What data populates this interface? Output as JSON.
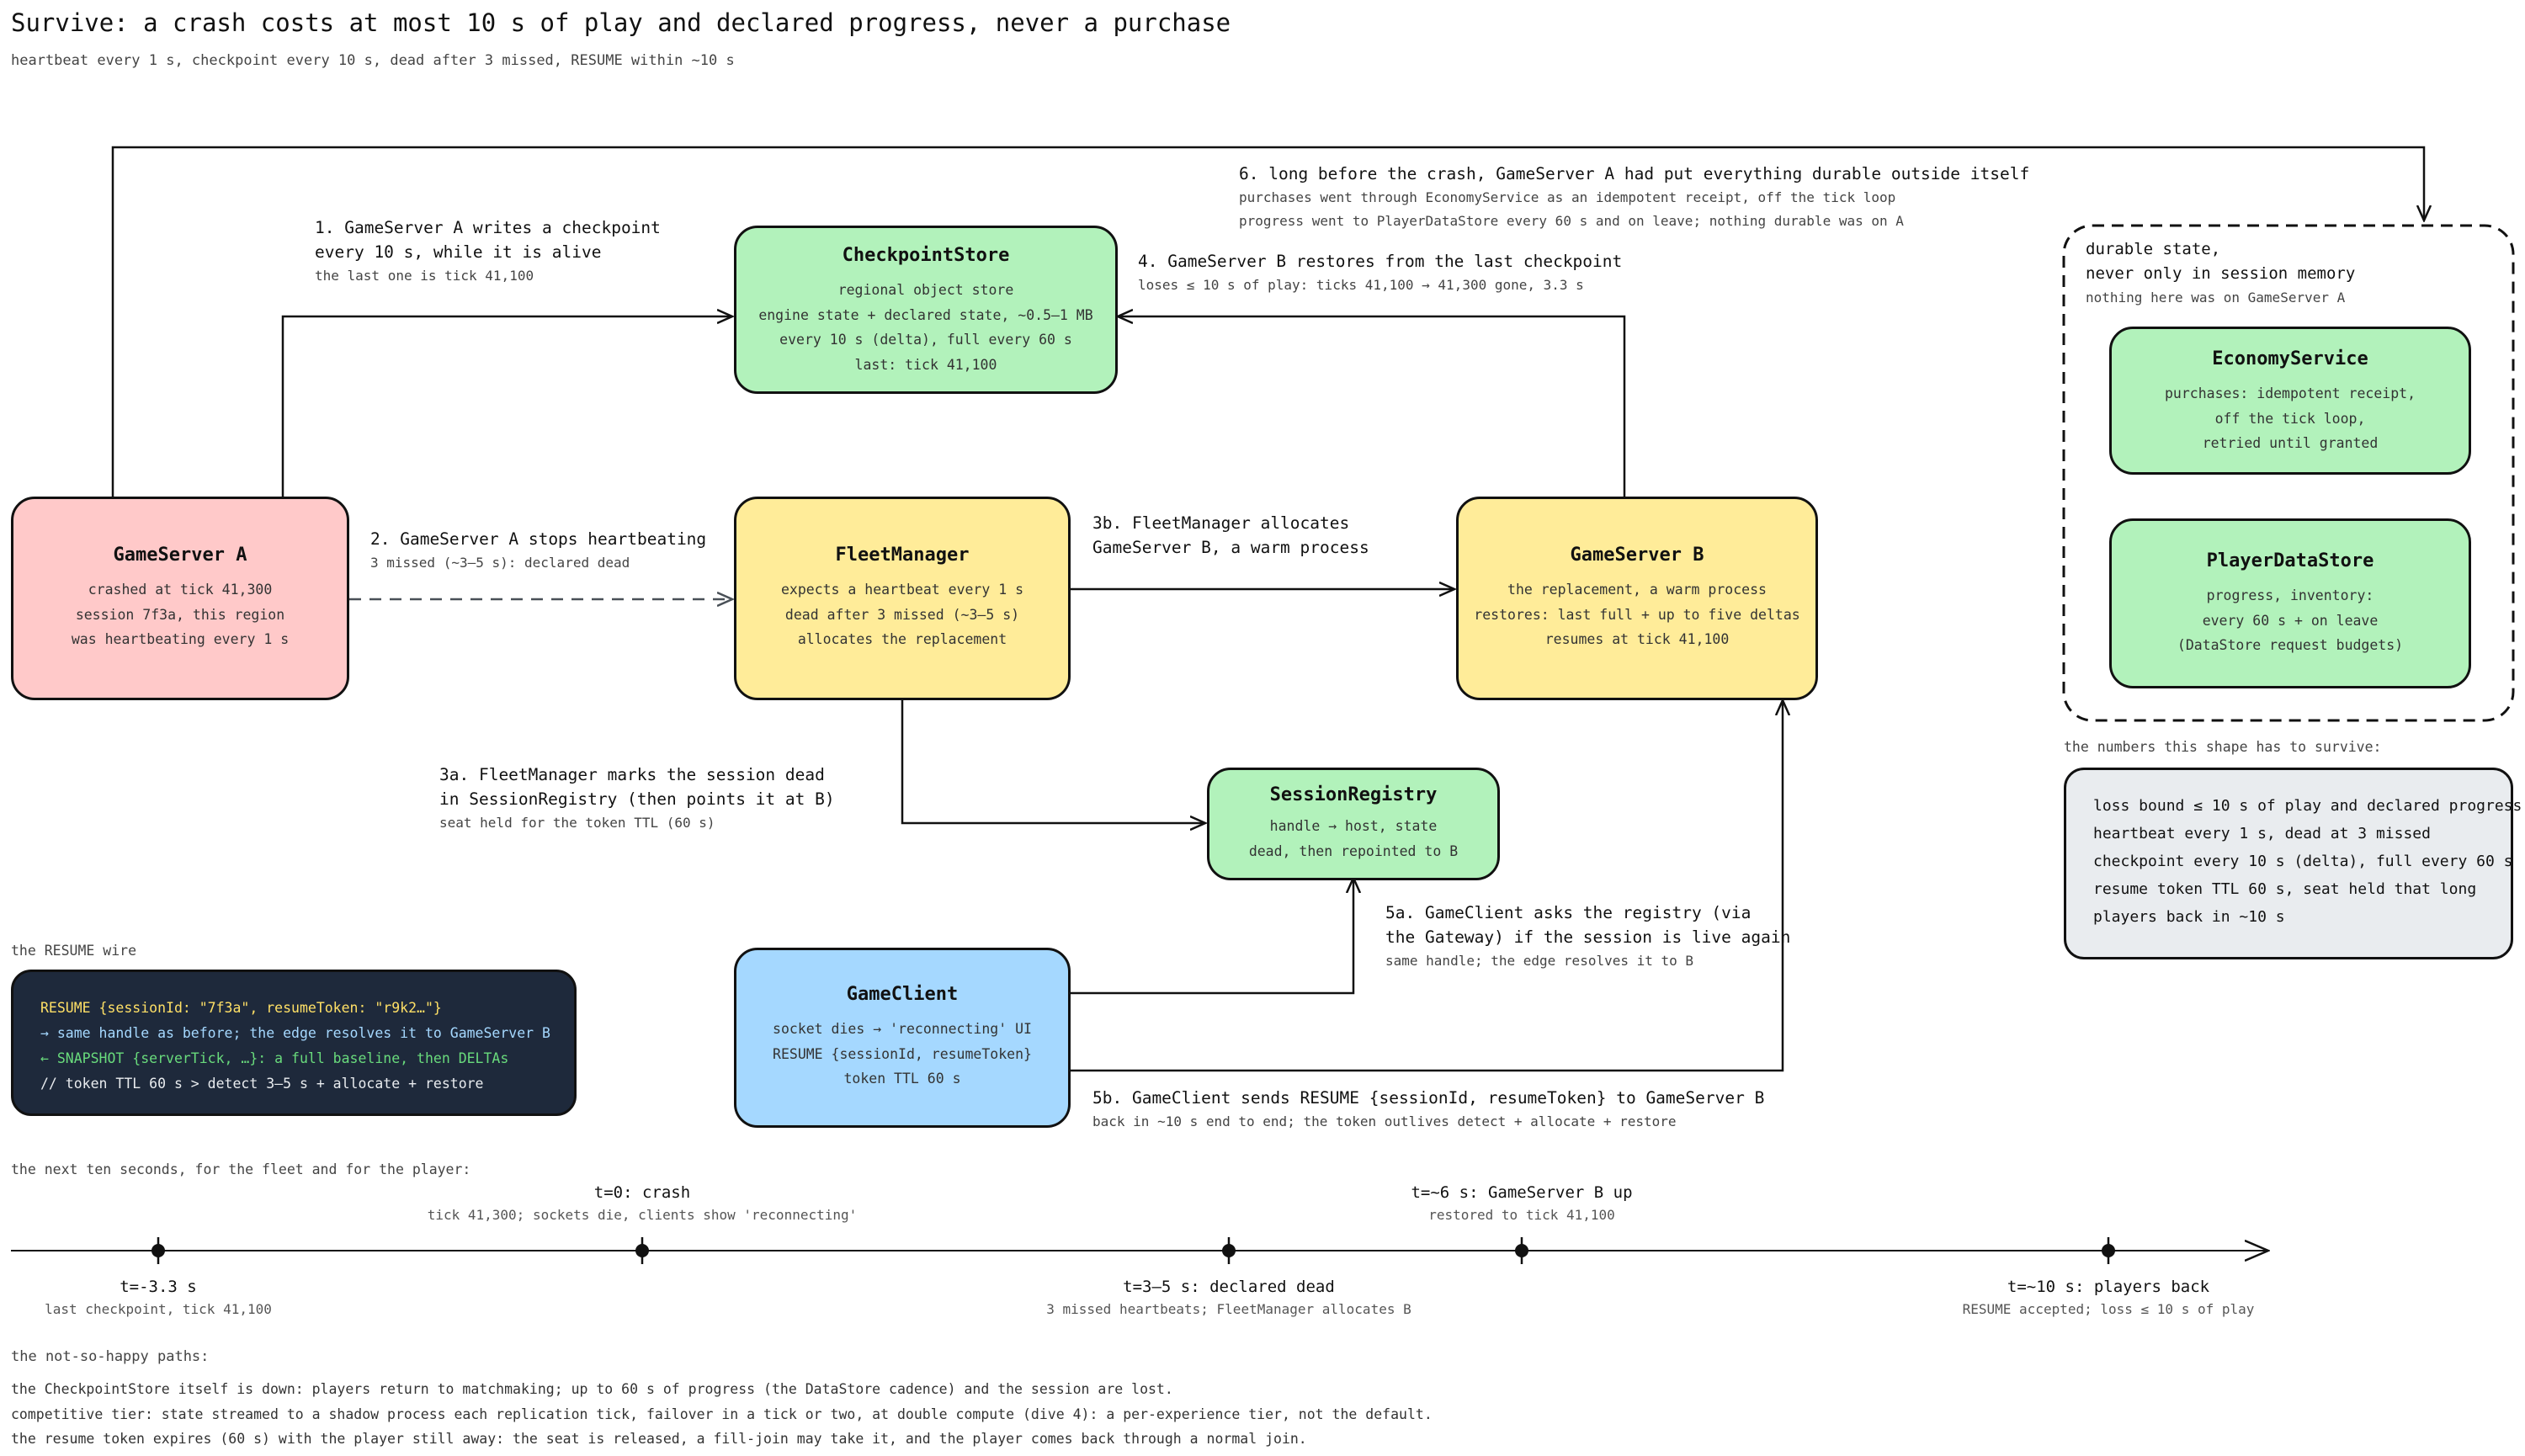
{
  "title": "Survive: a crash costs at most 10 s of play and declared progress, never a purchase",
  "subtitle": "heartbeat every 1 s, checkpoint every 10 s, dead after 3 missed, RESUME within ~10 s",
  "boxes": {
    "checkpoint_store": {
      "title": "CheckpointStore",
      "lines": [
        "regional object store",
        "engine state + declared state, ~0.5–1 MB",
        "every 10 s (delta), full every 60 s",
        "last: tick 41,100"
      ]
    },
    "gameserver_a": {
      "title": "GameServer A",
      "lines": [
        "crashed at tick 41,300",
        "session 7f3a, this region",
        "was heartbeating every 1 s"
      ]
    },
    "fleet_manager": {
      "title": "FleetManager",
      "lines": [
        "expects a heartbeat every 1 s",
        "dead after 3 missed (~3–5 s)",
        "allocates the replacement"
      ]
    },
    "gameserver_b": {
      "title": "GameServer B",
      "lines": [
        "the replacement, a warm process",
        "restores: last full + up to five deltas",
        "resumes at tick 41,100"
      ]
    },
    "session_registry": {
      "title": "SessionRegistry",
      "lines": [
        "handle → host, state",
        "dead, then repointed to B"
      ]
    },
    "game_client": {
      "title": "GameClient",
      "lines": [
        "socket dies → 'reconnecting' UI",
        "RESUME {sessionId, resumeToken}",
        "token TTL 60 s"
      ]
    },
    "economy_service": {
      "title": "EconomyService",
      "lines": [
        "purchases: idempotent receipt,",
        "off the tick loop,",
        "retried until granted"
      ]
    },
    "player_data_store": {
      "title": "PlayerDataStore",
      "lines": [
        "progress, inventory:",
        "every 60 s + on leave",
        "(DataStore request budgets)"
      ]
    }
  },
  "durable_group": {
    "lines": [
      "durable state,",
      "never only in session memory"
    ],
    "note": "nothing here was on GameServer A"
  },
  "edges": {
    "e1": {
      "lines": [
        "1. GameServer A writes a checkpoint",
        "every 10 s, while it is alive"
      ],
      "note": "the last one is tick 41,100"
    },
    "e2": {
      "lines": [
        "2. GameServer A stops heartbeating"
      ],
      "note": "3 missed (~3–5 s): declared dead"
    },
    "e3a": {
      "lines": [
        "3a. FleetManager marks the session dead",
        "in SessionRegistry (then points it at B)"
      ],
      "note": "seat held for the token TTL (60 s)"
    },
    "e3b": {
      "lines": [
        "3b. FleetManager allocates",
        "GameServer B, a warm process"
      ]
    },
    "e4": {
      "lines": [
        "4. GameServer B restores from the last checkpoint"
      ],
      "note": "loses ≤ 10 s of play: ticks 41,100 → 41,300 gone, 3.3 s"
    },
    "e5a": {
      "lines": [
        "5a. GameClient asks the registry (via",
        "the Gateway) if the session is live again"
      ],
      "note": "same handle; the edge resolves it to B"
    },
    "e5b": {
      "lines": [
        "5b. GameClient sends RESUME {sessionId, resumeToken} to GameServer B"
      ],
      "note": "back in ~10 s end to end; the token outlives detect + allocate + restore"
    },
    "e6": {
      "lines": [
        "6. long before the crash, GameServer A had put everything durable outside itself"
      ],
      "notes": [
        "purchases went through EconomyService as an idempotent receipt, off the tick loop",
        "progress went to PlayerDataStore every 60 s and on leave; nothing durable was on A"
      ]
    }
  },
  "numbers": {
    "caption": "the numbers this shape has to survive:",
    "lines": [
      "loss bound ≤ 10 s of play and declared progress",
      "heartbeat every 1 s, dead at 3 missed",
      "checkpoint every 10 s (delta), full every 60 s",
      "resume token TTL 60 s, seat held that long",
      "players back in ~10 s"
    ]
  },
  "resume_wire": {
    "caption": "the RESUME wire",
    "lines": [
      {
        "text": "RESUME {sessionId: \"7f3a\", resumeToken: \"r9k2…\"}",
        "color": "#ffe066"
      },
      {
        "text": "→ same handle as before; the edge resolves it to GameServer B",
        "color": "#a5d8ff"
      },
      {
        "text": "← SNAPSHOT {serverTick, …}: a full baseline, then DELTAs",
        "color": "#69db7c"
      },
      {
        "text": "// token TTL 60 s > detect 3–5 s + allocate + restore",
        "color": "#e9ecef"
      }
    ]
  },
  "timeline": {
    "caption": "the next ten seconds, for the fleet and for the player:",
    "events": [
      {
        "label": "t=-3.3 s",
        "detail": "last checkpoint, tick 41,100"
      },
      {
        "label": "t=0: crash",
        "detail": "tick 41,300; sockets die, clients show 'reconnecting'"
      },
      {
        "label": "t=3–5 s: declared dead",
        "detail": "3 missed heartbeats; FleetManager allocates B"
      },
      {
        "label": "t=~6 s: GameServer B up",
        "detail": "restored to tick 41,100"
      },
      {
        "label": "t=~10 s: players back",
        "detail": "RESUME accepted; loss ≤ 10 s of play"
      }
    ]
  },
  "unhappy": {
    "caption": "the not-so-happy paths:",
    "lines": [
      "the CheckpointStore itself is down: players return to matchmaking; up to 60 s of progress (the DataStore cadence) and the session are lost.",
      "competitive tier: state streamed to a shadow process each replication tick, failover in a tick or two, at double compute (dive 4): a per-experience tier, not the default.",
      "the resume token expires (60 s) with the player still away: the seat is released, a fill-join may take it, and the player comes back through a normal join."
    ]
  },
  "colors": {
    "green": "#b2f2bb",
    "yellow": "#ffec99",
    "red": "#ffc9c9",
    "blue": "#a5d8ff",
    "grey": "#e9ecef",
    "dark": "#1e293b",
    "crash_mark": "#e03131",
    "dashed_edge": "#495057"
  },
  "icons": {
    "crash_mark": "x-mark-icon"
  }
}
